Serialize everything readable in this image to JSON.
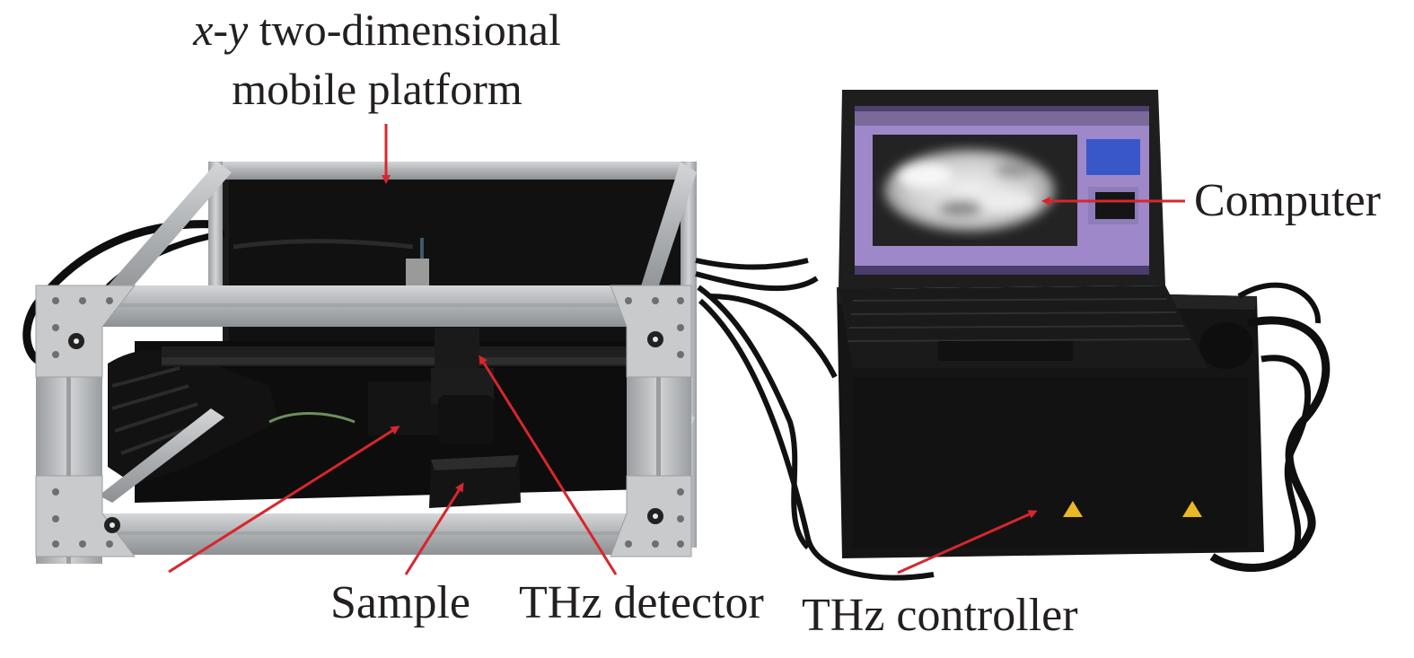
{
  "labels": {
    "platform_var": "x-y",
    "platform_line1_rest": " two-dimensional",
    "platform_line2": "mobile platform",
    "computer": "Computer",
    "sample": "Sample",
    "thz_detector": "THz detector",
    "thz_controller": "THz controller"
  },
  "colors": {
    "arrow": "#d7262d",
    "frame": "#b9bcbf",
    "frame_shadow": "#8c8f92",
    "device_body": "#151515",
    "screen_bg": "#9f88c9",
    "text": "#231f20"
  }
}
